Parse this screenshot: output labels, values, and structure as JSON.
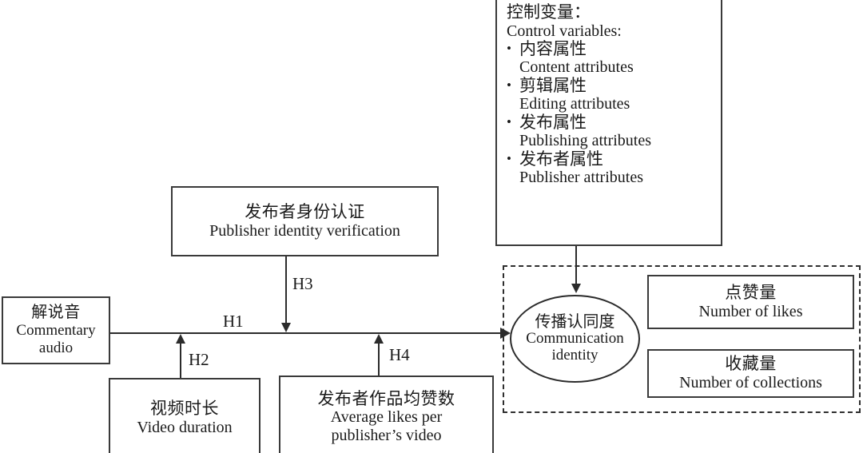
{
  "diagram": {
    "title_note": "Research model diagram",
    "nodes": {
      "commentary_audio": {
        "zh": "解说音",
        "en_line1": "Commentary",
        "en_line2": "audio"
      },
      "video_duration": {
        "zh": "视频时长",
        "en": "Video duration"
      },
      "avg_likes": {
        "zh": "发布者作品均赞数",
        "en_line1": "Average likes per",
        "en_line2": "publisher’s video"
      },
      "publisher_verification": {
        "zh": "发布者身份认证",
        "en": "Publisher identity verification"
      },
      "communication_identity": {
        "zh": "传播认同度",
        "en_line1": "Communication",
        "en_line2": "identity"
      },
      "number_of_likes": {
        "zh": "点赞量",
        "en": "Number of likes"
      },
      "number_of_collections": {
        "zh": "收藏量",
        "en": "Number of collections"
      }
    },
    "control_variables": {
      "heading_zh": "控制变量：",
      "heading_en": "Control variables:",
      "items": [
        {
          "zh": "内容属性",
          "en": "Content attributes"
        },
        {
          "zh": "剪辑属性",
          "en": "Editing attributes"
        },
        {
          "zh": "发布属性",
          "en": "Publishing attributes"
        },
        {
          "zh": "发布者属性",
          "en": "Publisher attributes"
        }
      ]
    },
    "hypothesis_labels": {
      "h1": "H1",
      "h2": "H2",
      "h3": "H3",
      "h4": "H4"
    },
    "colors": {
      "line": "#2b2b2b",
      "box_border": "#3a3a3a",
      "dashed_border": "#2e2e2e",
      "text": "#1a1a1a",
      "background": "#ffffff"
    }
  }
}
